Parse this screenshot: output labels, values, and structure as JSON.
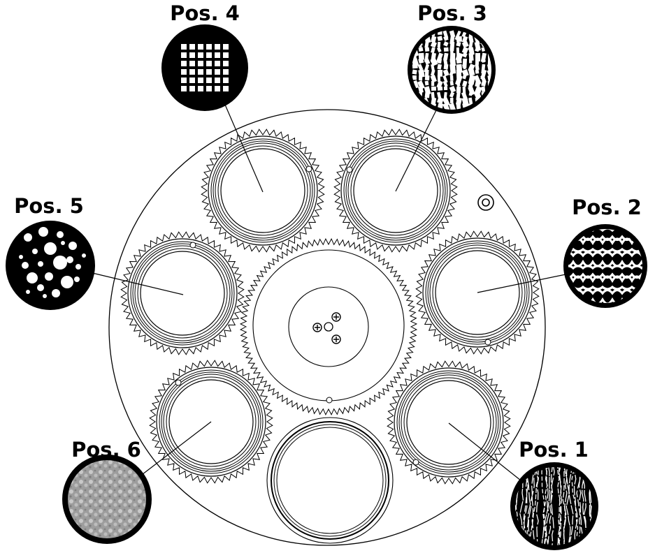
{
  "labels": {
    "pos1": "Pos. 1",
    "pos2": "Pos. 2",
    "pos3": "Pos. 3",
    "pos4": "Pos. 4",
    "pos5": "Pos. 5",
    "pos6": "Pos. 6"
  },
  "gobos": [
    {
      "id": "pos1",
      "pattern": "vertical-streaks"
    },
    {
      "id": "pos2",
      "pattern": "wavy-lines"
    },
    {
      "id": "pos3",
      "pattern": "broken-tiles"
    },
    {
      "id": "pos4",
      "pattern": "square-grid"
    },
    {
      "id": "pos5",
      "pattern": "dots"
    },
    {
      "id": "pos6",
      "pattern": "frosted-texture"
    }
  ],
  "colors": {
    "ink": "#000000",
    "paper": "#ffffff",
    "frost": "#a0a0a0"
  }
}
